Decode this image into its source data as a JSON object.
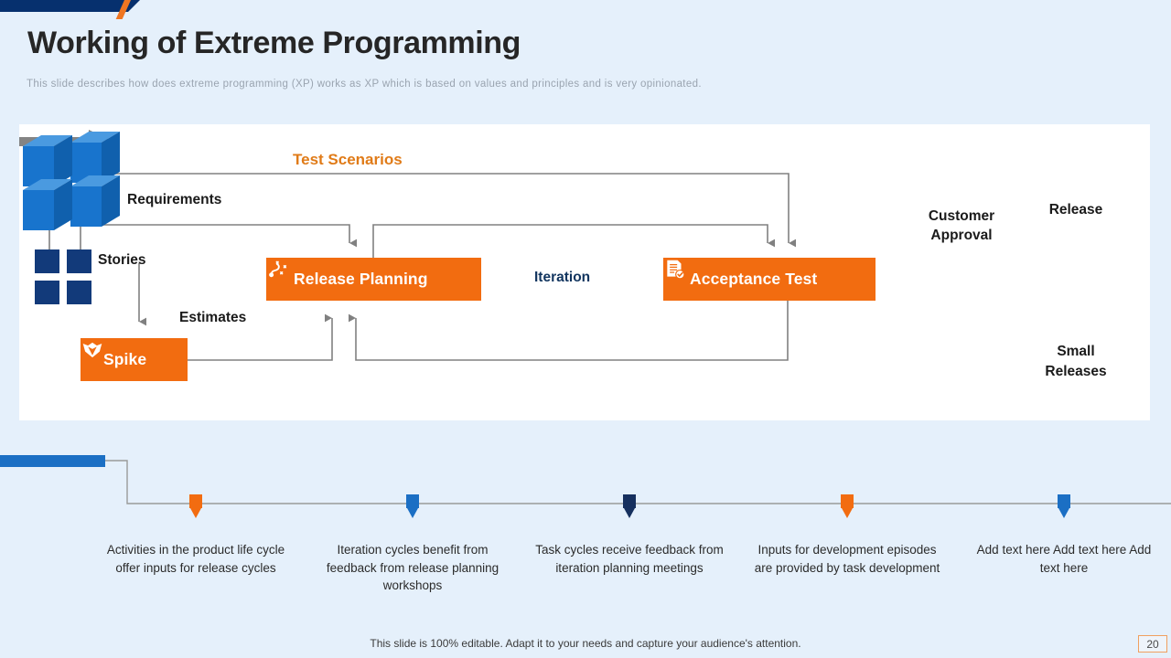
{
  "header": {
    "title": "Working of Extreme Programming",
    "subtitle": "This slide describes how does extreme programming (XP) works as XP which is based on values and principles and is very opinionated."
  },
  "colors": {
    "background": "#e5f0fb",
    "card": "#ffffff",
    "orange": "#f26c10",
    "orange_text": "#e07b18",
    "navy": "#123a7a",
    "blue": "#1b6fc4",
    "cube_blue": "#1874cd",
    "line_gray": "#808080",
    "deco_navy": "#06306e"
  },
  "diagram": {
    "nodes": [
      {
        "id": "release-planning",
        "label": "Release Planning",
        "icon": "strategy-plan-icon"
      },
      {
        "id": "acceptance-test",
        "label": "Acceptance Test",
        "icon": "document-check-icon"
      },
      {
        "id": "spike",
        "label": "Spike",
        "icon": "spike-arrow-icon"
      }
    ],
    "labels": {
      "test_scenarios": "Test Scenarios",
      "requirements": "Requirements",
      "stories": "Stories",
      "estimates": "Estimates",
      "iteration": "Iteration",
      "customer_approval": "Customer\nApproval",
      "customer_approval_line1": "Customer",
      "customer_approval_line2": "Approval",
      "release": "Release",
      "small_releases_line1": "Small",
      "small_releases_line2": "Releases"
    }
  },
  "timeline": {
    "items": [
      {
        "marker_color": "#f26c10",
        "text": "Activities in the product life cycle offer inputs for release cycles"
      },
      {
        "marker_color": "#1b6fc4",
        "text": "Iteration cycles benefit from feedback from release planning workshops"
      },
      {
        "marker_color": "#16305e",
        "text": "Task cycles receive feedback from iteration planning meetings"
      },
      {
        "marker_color": "#f26c10",
        "text": "Inputs for development episodes are provided by task development"
      },
      {
        "marker_color": "#1b6fc4",
        "text": "Add text here Add text here Add text here"
      }
    ]
  },
  "footer": {
    "note": "This slide is 100% editable. Adapt it to your needs and capture your audience's attention.",
    "page_number": "20"
  }
}
